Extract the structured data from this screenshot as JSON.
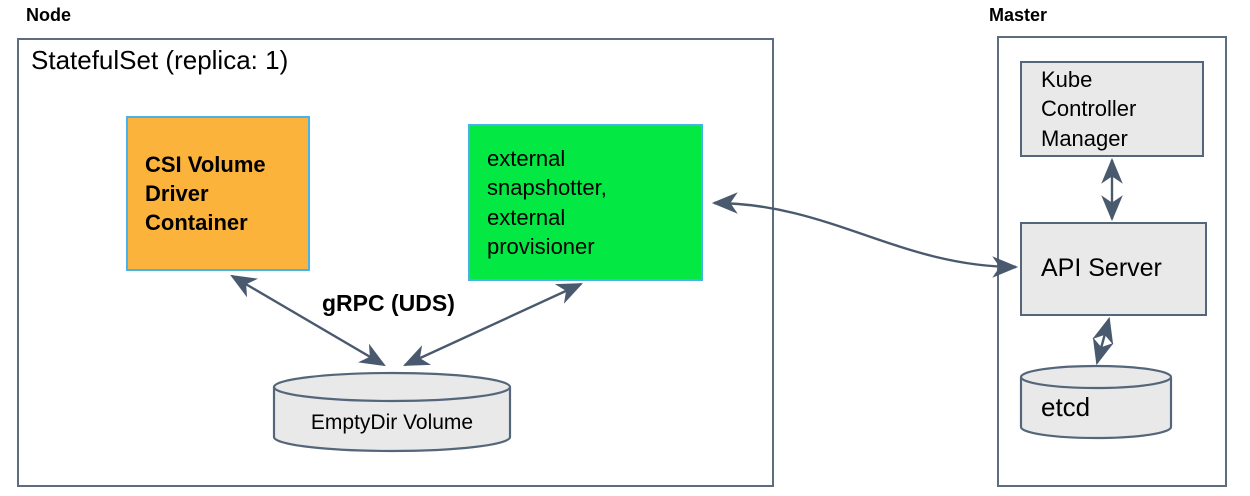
{
  "diagram": {
    "title_context": "Kubernetes CSI sidecar deployment diagram",
    "node_section": {
      "label": "Node",
      "statefulset_label": "StatefulSet (replica: 1)",
      "csi_driver_box": "CSI Volume\nDriver\nContainer",
      "sidecars_box": "external\nsnapshotter,\nexternal\nprovisioner",
      "grpc_label": "gRPC (UDS)",
      "emptydir_label": "EmptyDir Volume"
    },
    "master_section": {
      "label": "Master",
      "kube_controller_manager_box": "Kube\nController\nManager",
      "api_server_box": "API Server",
      "etcd_label": "etcd"
    },
    "connections": [
      {
        "from": "csi-volume-driver-container",
        "to": "emptydir-volume",
        "style": "double-arrow",
        "label": "gRPC (UDS)"
      },
      {
        "from": "external-sidecars",
        "to": "emptydir-volume",
        "style": "double-arrow",
        "label": "gRPC (UDS)"
      },
      {
        "from": "external-sidecars",
        "to": "api-server",
        "style": "double-arrow-curved"
      },
      {
        "from": "kube-controller-manager",
        "to": "api-server",
        "style": "double-arrow"
      },
      {
        "from": "api-server",
        "to": "etcd",
        "style": "double-arrow"
      }
    ],
    "colors": {
      "csi_box_fill": "#FBB33C",
      "sidecars_box_fill": "#03E843",
      "colored_box_border": "#47B3EA",
      "gray_box_fill": "#E9E9E9",
      "gray_box_border": "#55667A",
      "outer_box_border": "#5D6D7E",
      "arrow_line": "#4A5A6E",
      "text": "#000000",
      "background": "#FFFFFF"
    }
  }
}
